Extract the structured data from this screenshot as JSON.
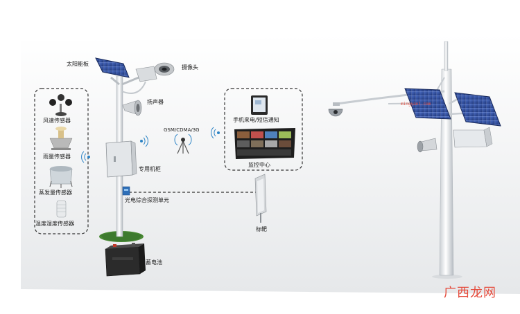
{
  "labels": {
    "solar_panel": "太阳能板",
    "camera": "摄像头",
    "speaker": "扬声器",
    "gsm": "GSM/CDMA/3G",
    "phone_notice": "手机来电/短信通知",
    "monitor_center": "监控中心",
    "cabinet": "专用机柜",
    "detector": "光电综合探测单元",
    "target": "标靶",
    "battery": "蓄电池"
  },
  "sensors": [
    {
      "label": "风速传感器",
      "icon": "wind-speed-sensor-icon"
    },
    {
      "label": "雨量传感器",
      "icon": "rain-gauge-sensor-icon"
    },
    {
      "label": "蒸发量传感器",
      "icon": "evaporation-sensor-icon"
    },
    {
      "label": "温度湿度传感器",
      "icon": "temp-humidity-sensor-icon"
    }
  ],
  "watermark": {
    "url": "mingyanl.com",
    "brand": "广西龙网"
  },
  "colors": {
    "dashed_line": "#333333",
    "pole": "#e9ecef",
    "solar_panel": "#2f4f9c",
    "watermark": "#e54b3c",
    "grass": "#3d7a2e",
    "battery": "#2b2b2b"
  }
}
